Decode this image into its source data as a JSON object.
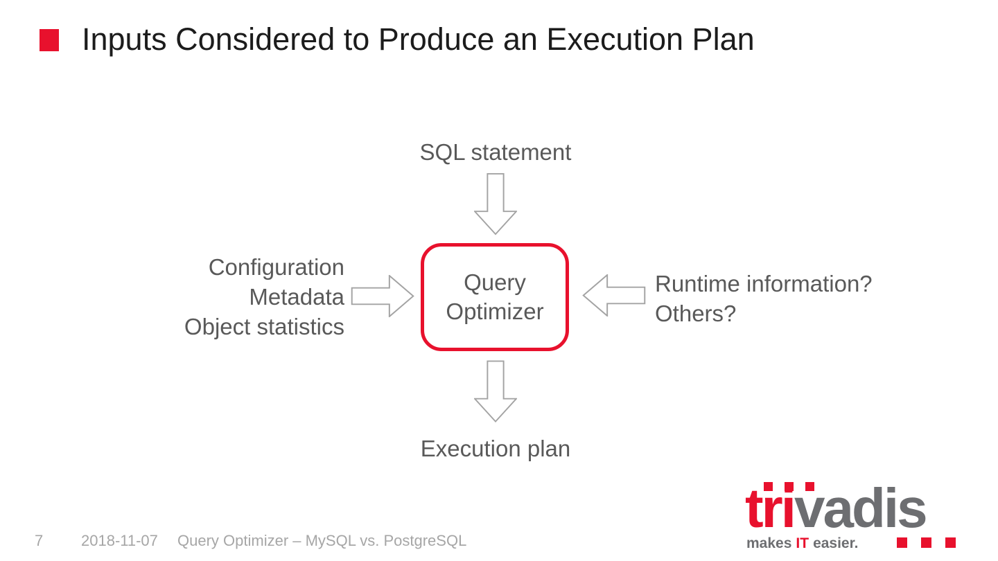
{
  "slide": {
    "title": "Inputs Considered to Produce an Execution Plan"
  },
  "diagram": {
    "input_top": "SQL statement",
    "left_inputs": [
      "Configuration",
      "Metadata",
      "Object statistics"
    ],
    "center_box": {
      "line1": "Query",
      "line2": "Optimizer"
    },
    "right_inputs": [
      "Runtime information?",
      "Others?"
    ],
    "output_bottom": "Execution plan"
  },
  "footer": {
    "page_number": "7",
    "date": "2018-11-07",
    "deck_title": "Query Optimizer – MySQL vs. PostgreSQL"
  },
  "logo": {
    "word_red": "tri",
    "word_gray": "vadis",
    "tagline_prefix": "makes",
    "tagline_highlight": "IT",
    "tagline_suffix": "easier."
  },
  "icons": {
    "title_bullet": "red-square-bullet",
    "arrow_top": "block-arrow-down",
    "arrow_left_side": "block-arrow-right",
    "arrow_right_side": "block-arrow-left",
    "arrow_bottom": "block-arrow-down",
    "logo_dots": "red-square-dots"
  },
  "colors": {
    "accent_red": "#e8112d",
    "title_text": "#1c1c1c",
    "diagram_text": "#595959",
    "arrow_outline": "#a3a3a3",
    "footer_text": "#a6a6a6",
    "logo_gray": "#6d6e71"
  }
}
